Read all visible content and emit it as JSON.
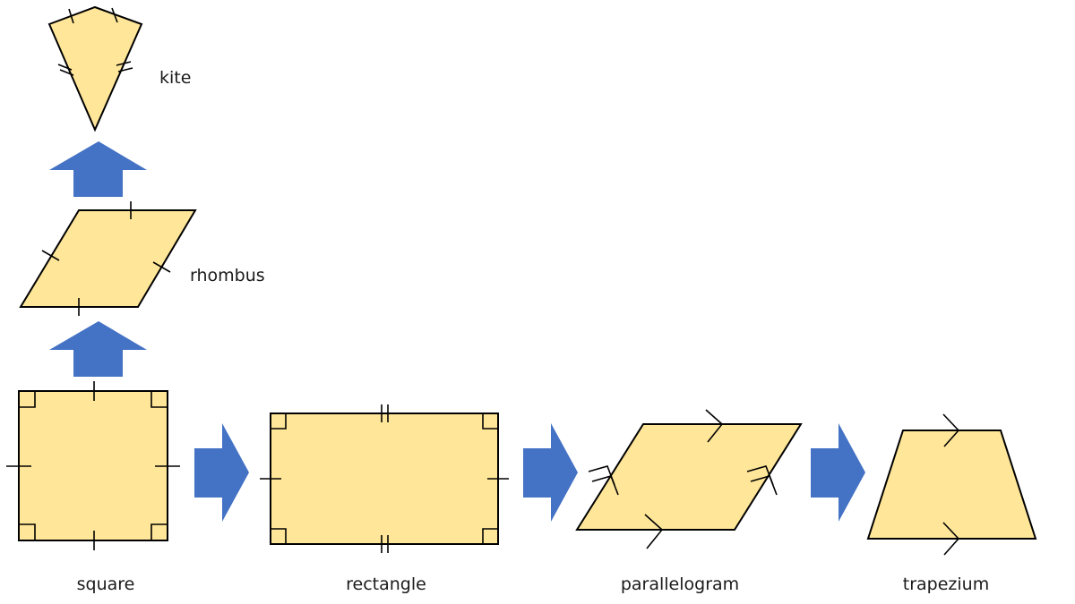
{
  "colors": {
    "shape_fill": "#FFE699",
    "arrow_fill": "#4472C4",
    "outline": "#000000"
  },
  "shapes": {
    "kite": {
      "label": "kite"
    },
    "rhombus": {
      "label": "rhombus"
    },
    "square": {
      "label": "square"
    },
    "rectangle": {
      "label": "rectangle"
    },
    "parallelogram": {
      "label": "parallelogram"
    },
    "trapezium": {
      "label": "trapezium"
    }
  }
}
